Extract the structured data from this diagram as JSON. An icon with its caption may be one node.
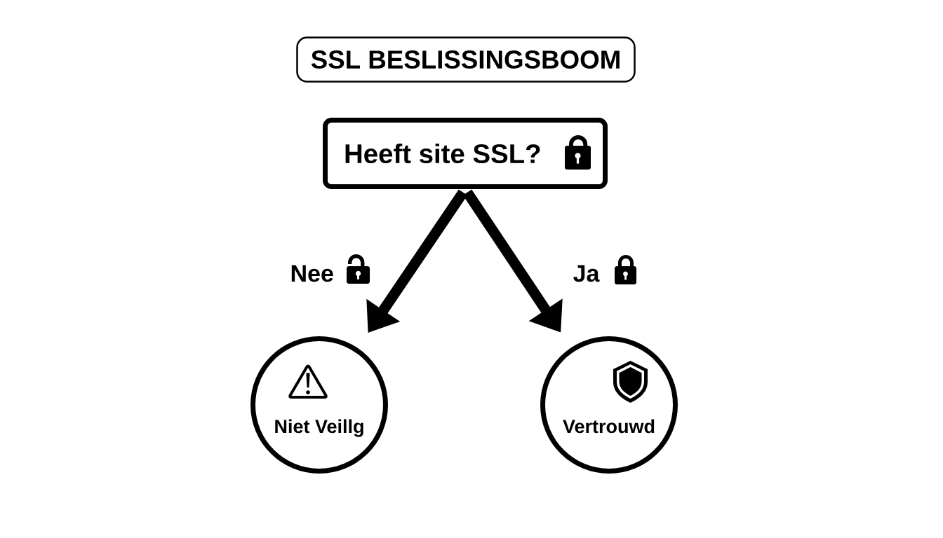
{
  "diagram": {
    "title": "SSL BESLISSINGSBOOM",
    "nodes": [
      {
        "text": [
          "Heeft site SSL?"
        ]
      },
      {
        "text": [
          "Niet Veillg"
        ]
      },
      {
        "text": [
          "Vertrouwd"
        ]
      }
    ],
    "edges": [
      {
        "from": 0,
        "to": 1,
        "arrow": "to",
        "label": "Nee"
      },
      {
        "from": 0,
        "to": 2,
        "arrow": "to",
        "label": "Ja"
      }
    ]
  }
}
